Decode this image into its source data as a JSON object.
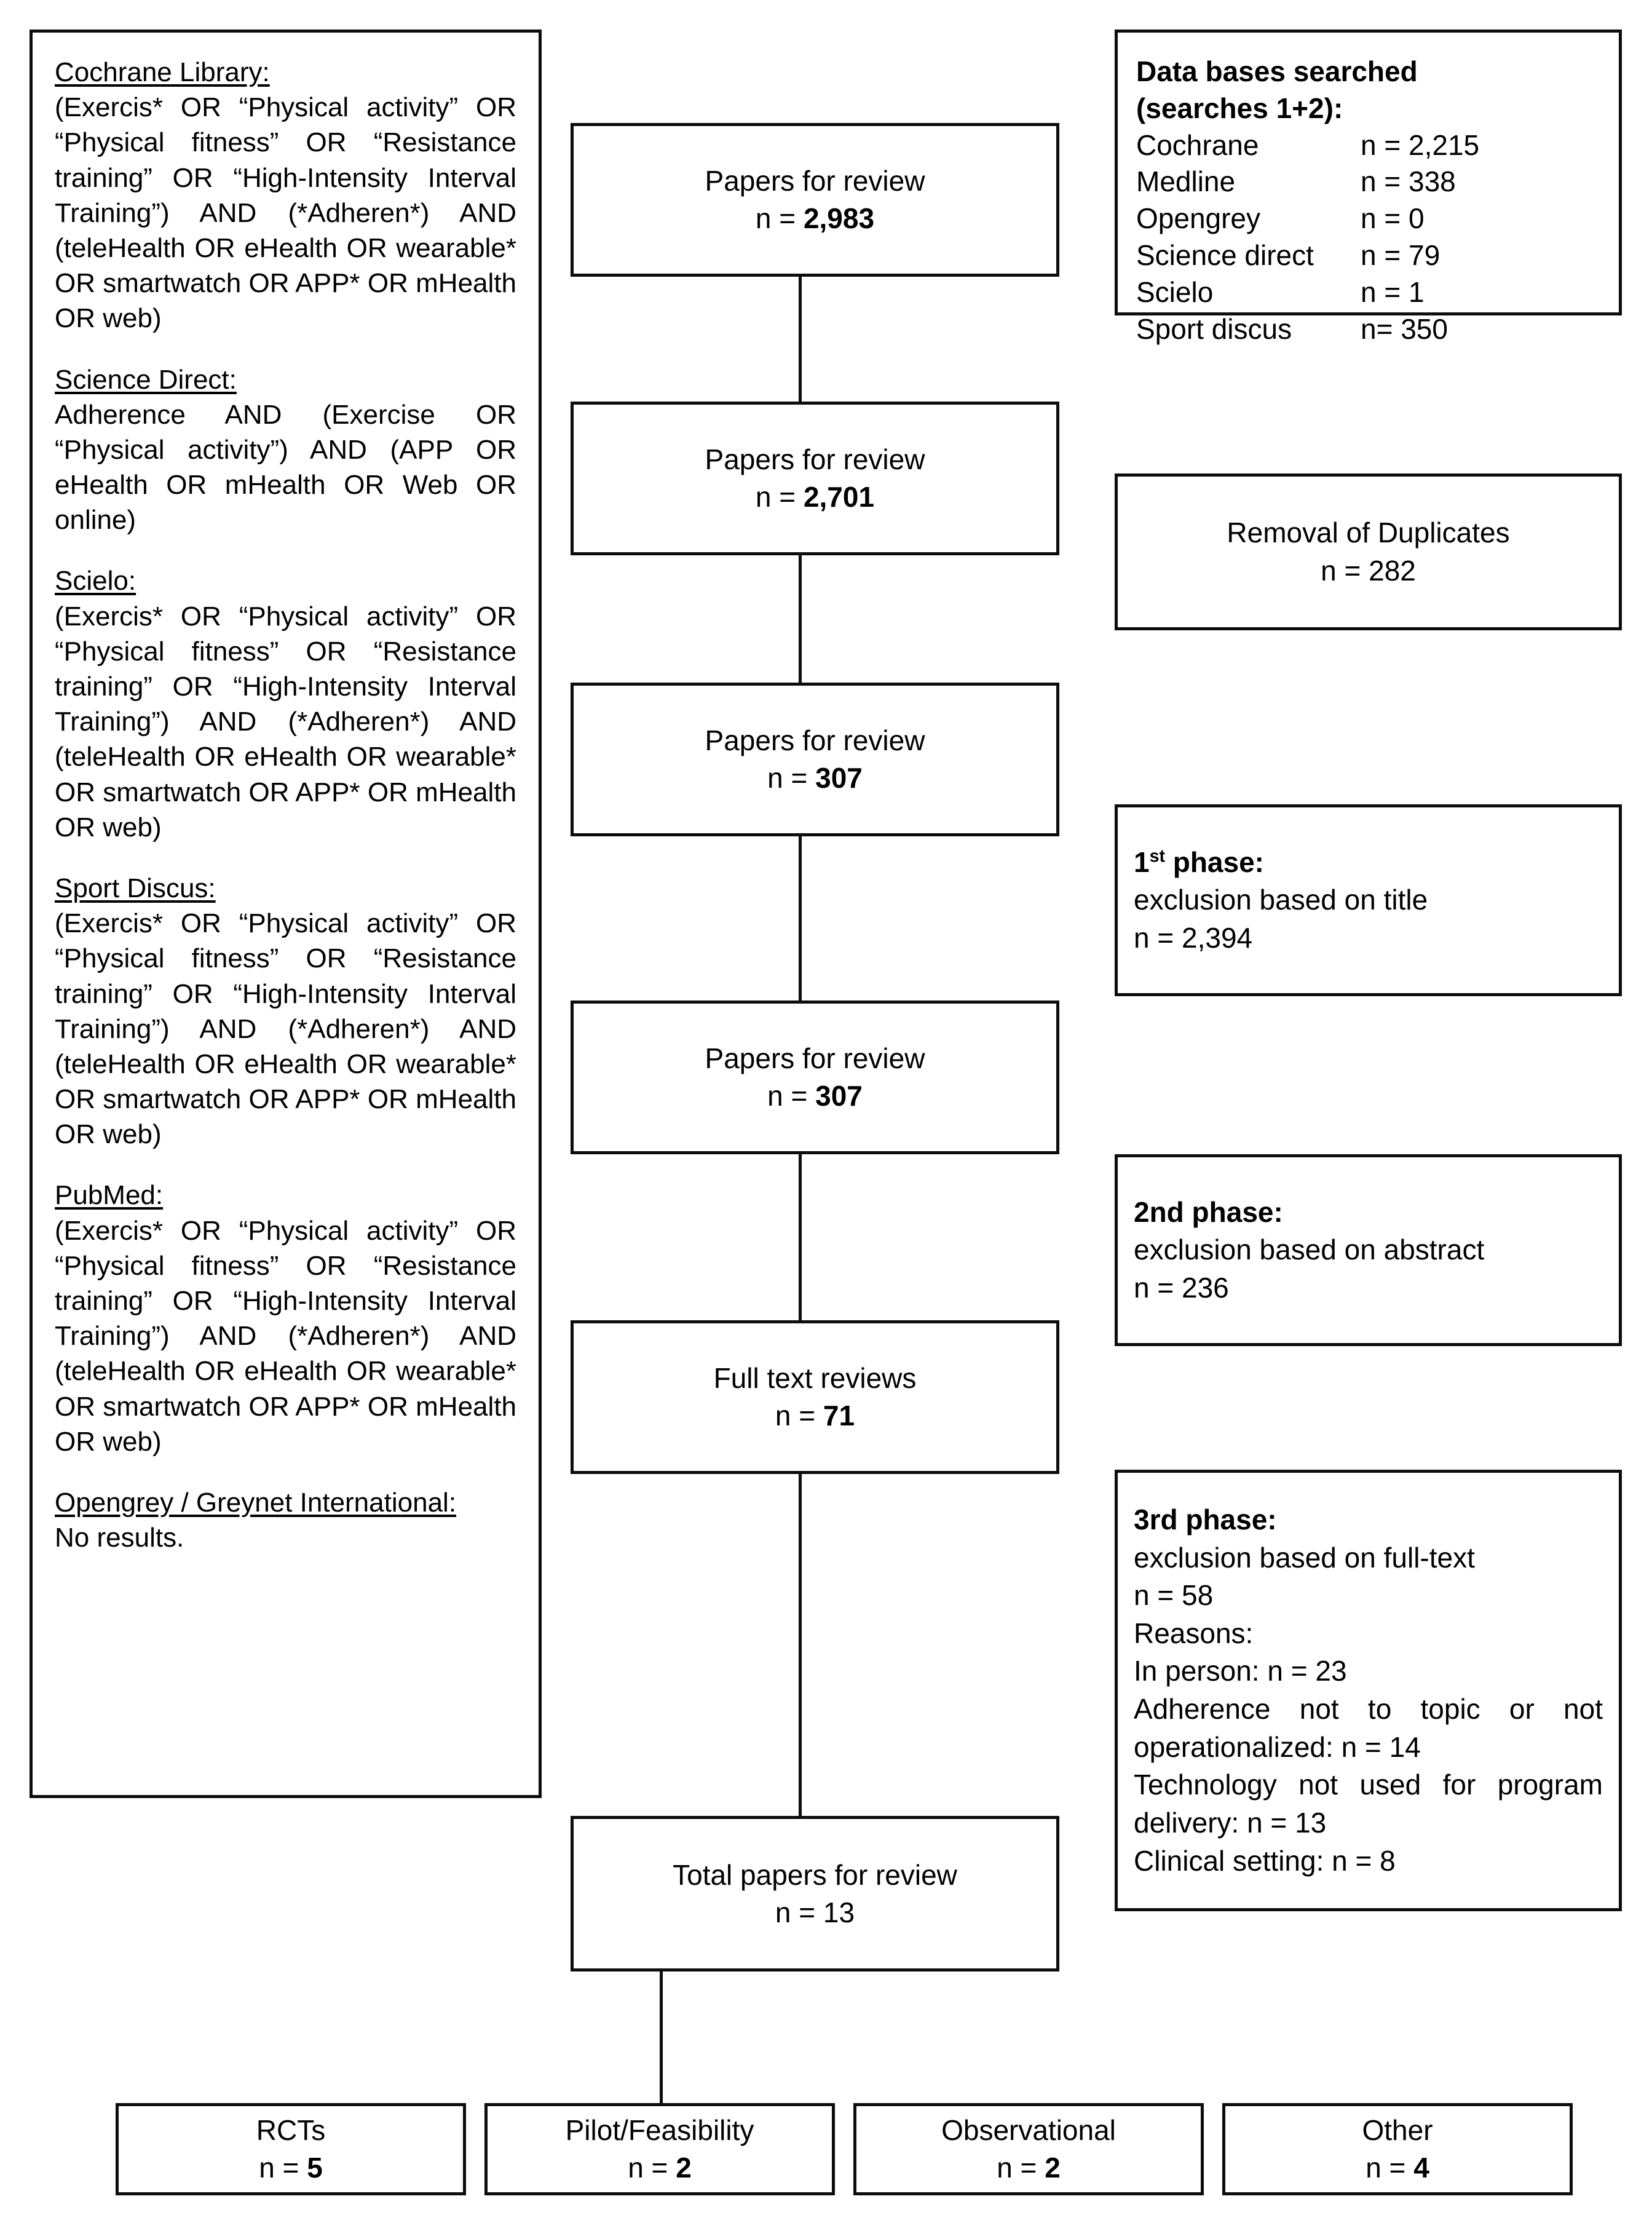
{
  "search_panel": {
    "blocks": [
      {
        "source": "Cochrane Library:",
        "query": "(Exercis* OR “Physical activity” OR “Physical fitness” OR “Resistance training” OR “High-Intensity Interval Training”) AND (*Adheren*) AND (teleHealth OR eHealth OR wearable* OR smartwatch OR APP* OR mHealth OR web)"
      },
      {
        "source": "Science Direct:",
        "query": "Adherence AND (Exercise OR “Physical activity”) AND (APP OR eHealth OR mHealth OR Web OR online)"
      },
      {
        "source": "Scielo:",
        "query": "(Exercis* OR “Physical activity” OR “Physical fitness” OR “Resistance training” OR “High-Intensity Interval Training”) AND (*Adheren*) AND (teleHealth OR eHealth OR wearable* OR smartwatch OR APP* OR mHealth OR web)"
      },
      {
        "source": "Sport Discus:",
        "query": "(Exercis* OR “Physical activity” OR “Physical fitness” OR “Resistance training” OR “High-Intensity Interval Training”) AND (*Adheren*) AND (teleHealth OR eHealth OR wearable* OR smartwatch OR APP* OR mHealth OR web)"
      },
      {
        "source": "PubMed:",
        "query": "(Exercis* OR “Physical activity” OR “Physical fitness” OR “Resistance training” OR “High-Intensity Interval Training”) AND (*Adheren*) AND (teleHealth OR eHealth OR wearable* OR smartwatch OR APP* OR mHealth OR web)"
      },
      {
        "source": "Opengrey / Greynet International:",
        "query": "No results."
      }
    ]
  },
  "flow": {
    "stage1": {
      "label": "Papers for review",
      "n_label": "n = ",
      "n": "2,983"
    },
    "stage2": {
      "label": "Papers for review",
      "n_label": "n = ",
      "n": "2,701"
    },
    "stage3": {
      "label": "Papers for review",
      "n_label": "n = ",
      "n": "307"
    },
    "stage4": {
      "label": "Full text reviews",
      "n_label": "n = ",
      "n": "71"
    },
    "stage5": {
      "label": "Total papers for review",
      "n_label": "n = ",
      "n": "13"
    }
  },
  "databases": {
    "title_line1": "Data bases searched",
    "title_line2": "(searches 1+2):",
    "rows": [
      {
        "name": "Cochrane",
        "count": "n = 2,215"
      },
      {
        "name": "Medline",
        "count": "n = 338"
      },
      {
        "name": "Opengrey",
        "count": "n = 0"
      },
      {
        "name": "Science direct",
        "count": "n = 79"
      },
      {
        "name": "Scielo",
        "count": "n = 1"
      },
      {
        "name": "Sport discus",
        "count": "n= 350"
      }
    ]
  },
  "exclusions": {
    "duplicates": {
      "label": "Removal of Duplicates",
      "n": "n = 282"
    },
    "phase1": {
      "heading_pre": "1",
      "heading_sup": "st",
      "heading_post": " phase:",
      "reason": "exclusion based on title",
      "n": "n = 2,394"
    },
    "phase2": {
      "heading": "2nd phase:",
      "reason": "exclusion based on abstract",
      "n": "n = 236"
    },
    "phase3": {
      "heading": "3rd phase:",
      "reason": "exclusion based on full-text",
      "n": "n = 58",
      "reasons_label": "Reasons:",
      "reasons": [
        "In person: n = 23",
        "Adherence not to topic or not operationalized: n = 14",
        "Technology not used for program delivery: n = 13",
        "Clinical setting: n = 8"
      ]
    }
  },
  "study_types": [
    {
      "label": "RCTs",
      "n_label": "n = ",
      "n": "5"
    },
    {
      "label": "Pilot/Feasibility",
      "n_label": "n = ",
      "n": "2"
    },
    {
      "label": "Observational",
      "n_label": "n = ",
      "n": "2"
    },
    {
      "label": "Other",
      "n_label": "n = ",
      "n": "4"
    }
  ],
  "colors": {
    "stroke": "#0d0d0d",
    "background": "#ffffff",
    "text": "#000000"
  }
}
